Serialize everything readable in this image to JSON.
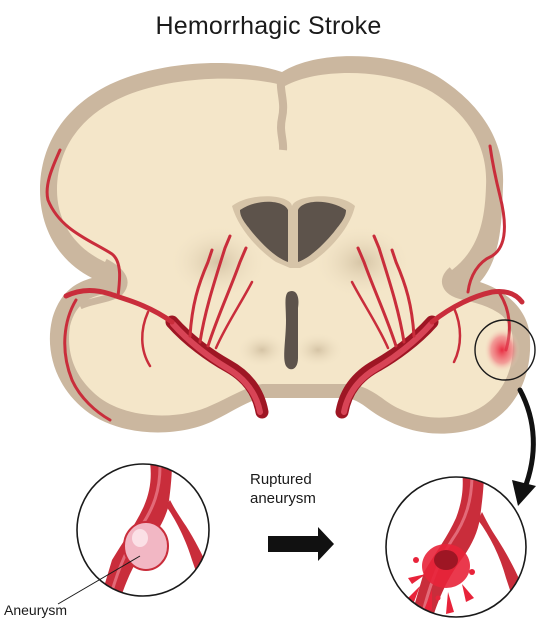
{
  "title": "Hemorrhagic Stroke",
  "labels": {
    "ruptured_line1": "Ruptured",
    "ruptured_line2": "aneurysm",
    "aneurysm": "Aneurysm"
  },
  "colors": {
    "brain_outer": "#cbb79f",
    "brain_inner": "#f4e6c9",
    "ventricle": "#5d534b",
    "vessel": "#c92d3b",
    "vessel_dark": "#9e1624",
    "aneurysm": "#f2b7c4",
    "bleed": "#e8233a",
    "arrow": "#111111"
  }
}
